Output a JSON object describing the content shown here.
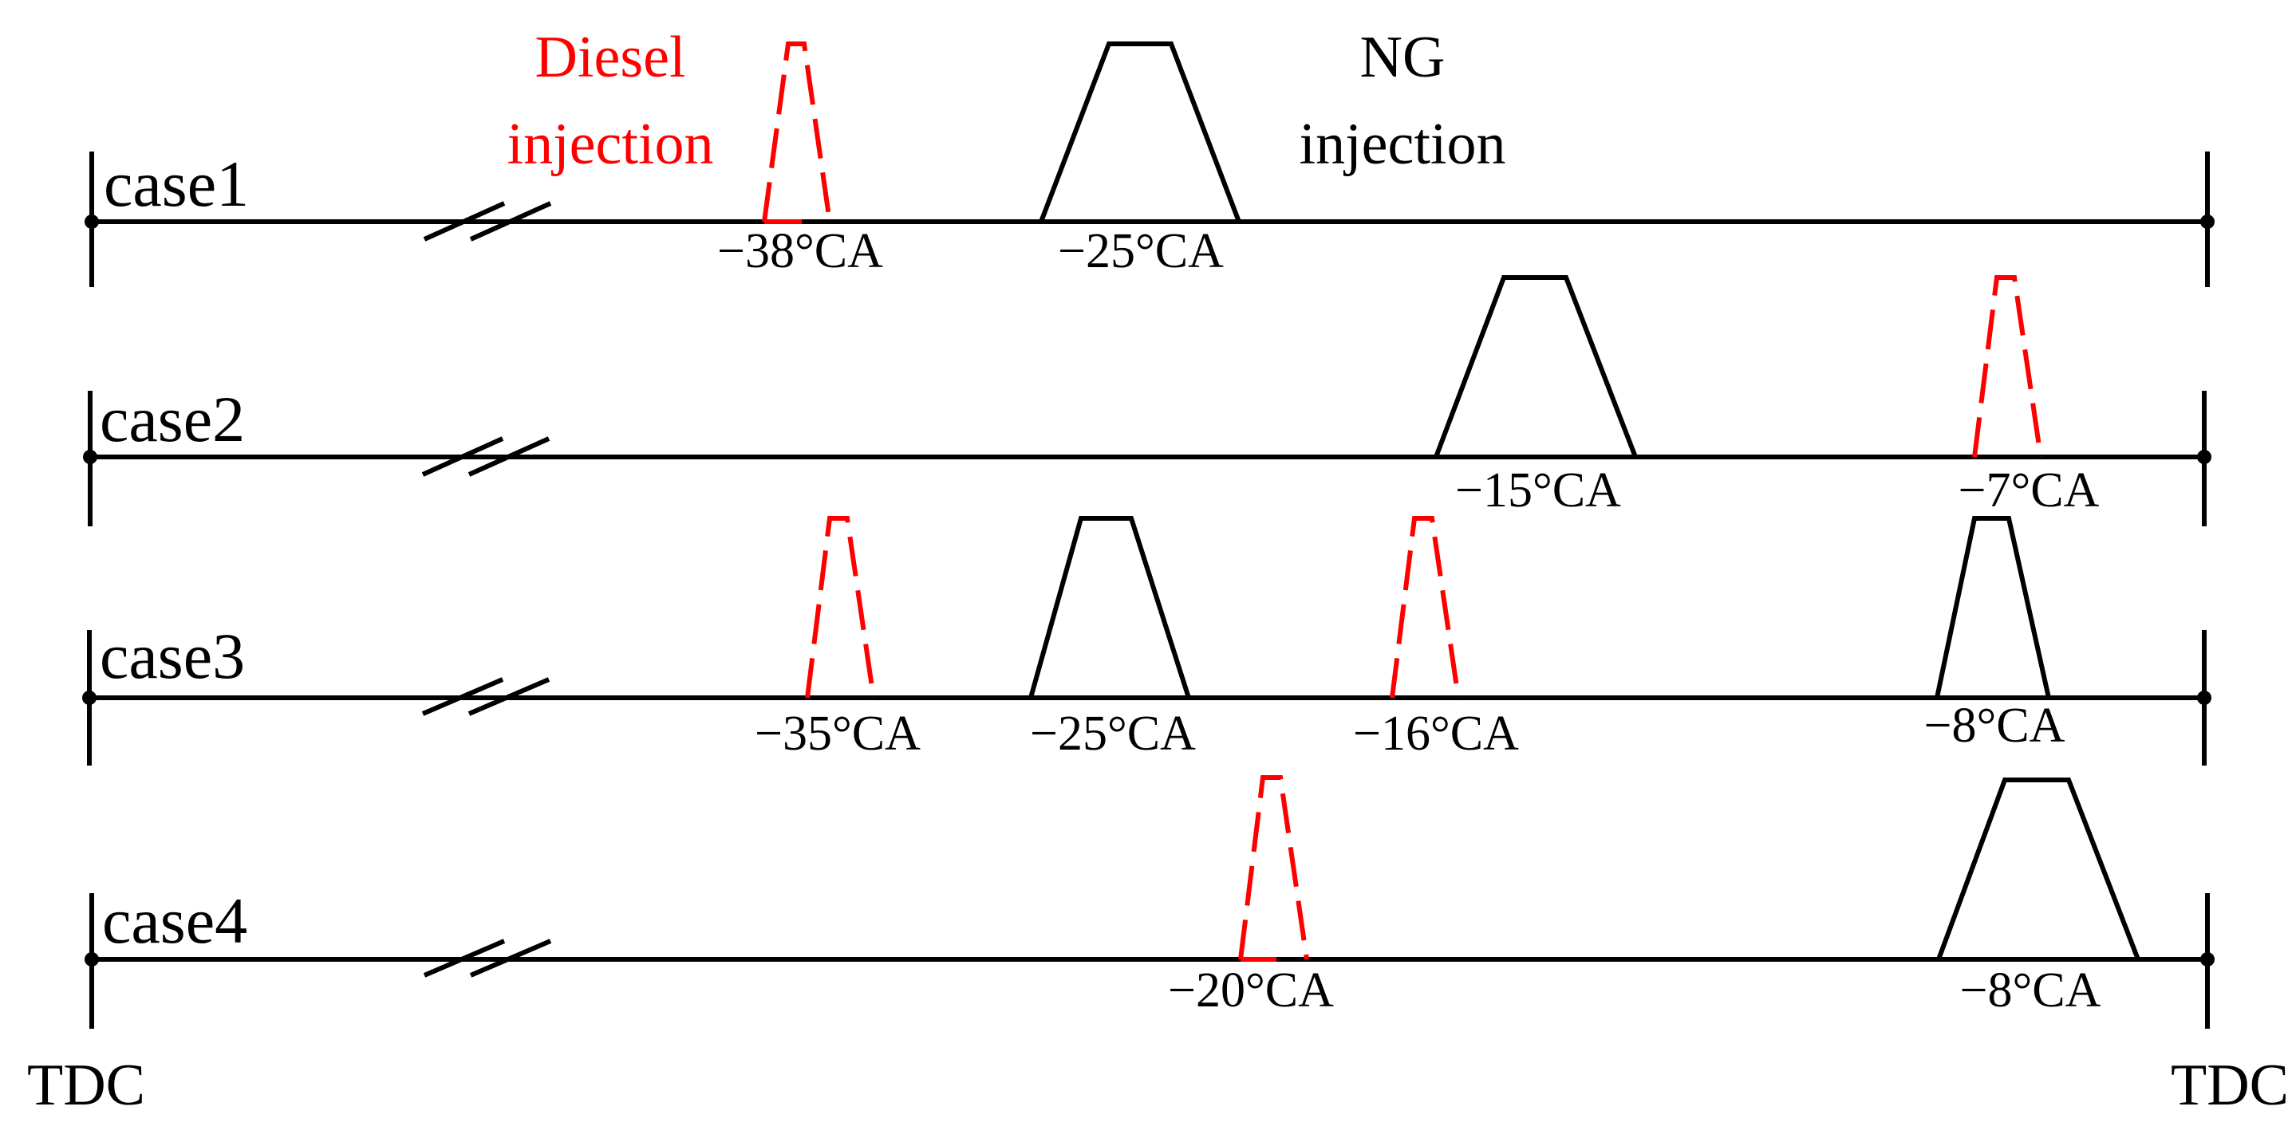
{
  "legend": {
    "diesel_line1": "Diesel",
    "diesel_line2": "injection",
    "ng_line1": "NG",
    "ng_line2": "injection"
  },
  "axis": {
    "left_label": "TDC",
    "right_label": "TDC"
  },
  "colors": {
    "diesel": "#ff0000",
    "ng": "#000000",
    "line": "#000000"
  },
  "cases": [
    {
      "name": "case1",
      "pulses": [
        {
          "fuel": "diesel",
          "label": "−38°CA"
        },
        {
          "fuel": "ng",
          "label": "−25°CA"
        }
      ]
    },
    {
      "name": "case2",
      "pulses": [
        {
          "fuel": "ng",
          "label": "−15°CA"
        },
        {
          "fuel": "diesel",
          "label": "−7°CA"
        }
      ]
    },
    {
      "name": "case3",
      "pulses": [
        {
          "fuel": "diesel",
          "label": "−35°CA"
        },
        {
          "fuel": "ng",
          "label": "−25°CA"
        },
        {
          "fuel": "diesel",
          "label": "−16°CA"
        },
        {
          "fuel": "ng",
          "label": "−8°CA"
        }
      ]
    },
    {
      "name": "case4",
      "pulses": [
        {
          "fuel": "diesel",
          "label": "−20°CA"
        },
        {
          "fuel": "ng",
          "label": "−8°CA"
        }
      ]
    }
  ]
}
